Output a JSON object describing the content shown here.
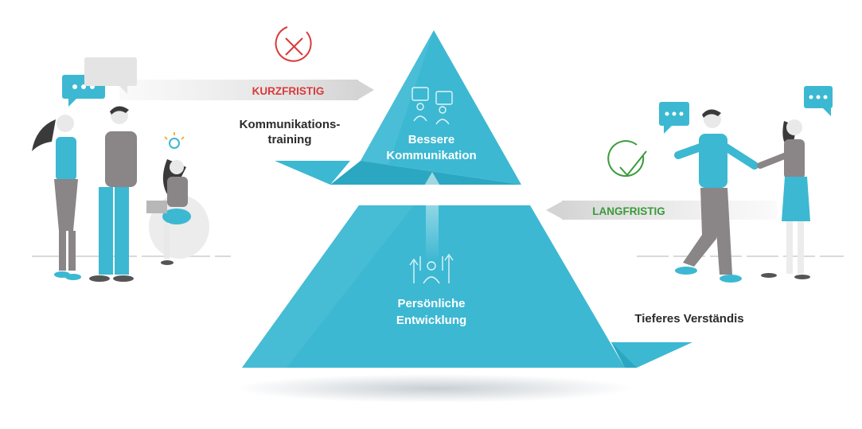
{
  "colors": {
    "pyramid": "#3cb8d2",
    "pyramid_dark": "#1f9fbb",
    "pyramid_light": "#7fd3e4",
    "gray_shape": "#dcdcdc",
    "gray_figure": "#8a8587",
    "negative_red": "#d93b3b",
    "positive_green": "#3a9a3a",
    "text_dark": "#2b2b2b",
    "white": "#ffffff"
  },
  "icons": {
    "short_term_status": "cross-circle-icon",
    "long_term_status": "check-circle-icon",
    "top_tier_icon": "group-chat-icon",
    "bottom_tier_icon": "growth-arrows-person-icon"
  },
  "left_arrow": {
    "label": "KURZFRISTIG"
  },
  "right_arrow": {
    "label": "LANGFRISTIG"
  },
  "annotations": {
    "training_line1": "Kommunikations-",
    "training_line2": "training",
    "understanding": "Tieferes Verständis"
  },
  "pyramid": {
    "top_line1": "Bessere",
    "top_line2": "Kommunikation",
    "bottom_line1": "Persönliche",
    "bottom_line2": "Entwicklung"
  }
}
